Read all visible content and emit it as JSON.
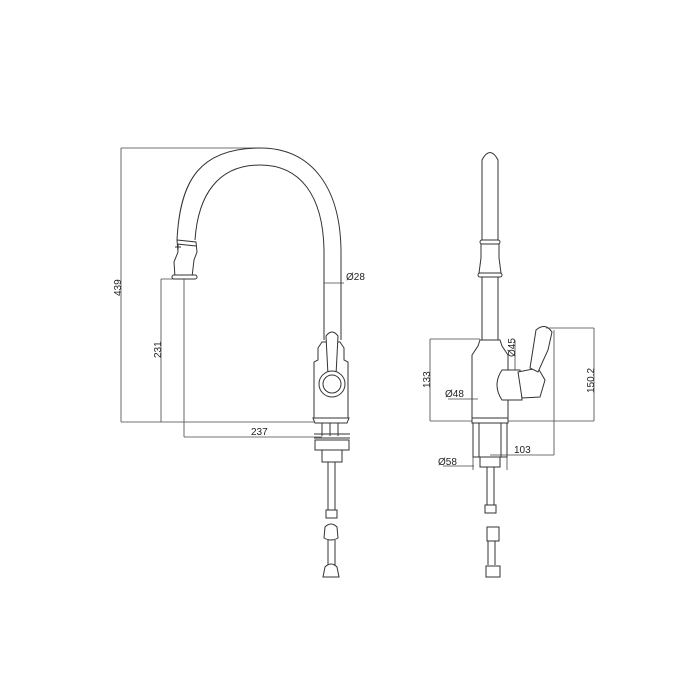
{
  "drawing": {
    "subject": "Pull-down kitchen mixer tap",
    "views": [
      "front-view",
      "side-view"
    ]
  },
  "front_view": {
    "dimensions": {
      "overall_height": "439",
      "spout_outlet_height": "231",
      "spout_reach": "237",
      "spout_diameter": "Ø28"
    }
  },
  "side_view": {
    "dimensions": {
      "body_height": "133",
      "lever_height": "150.2",
      "lever_diameter": "Ø45",
      "body_diameter": "Ø48",
      "base_diameter": "Ø58",
      "lever_projection": "103"
    }
  },
  "colors": {
    "line": "#333333",
    "background": "#ffffff"
  }
}
